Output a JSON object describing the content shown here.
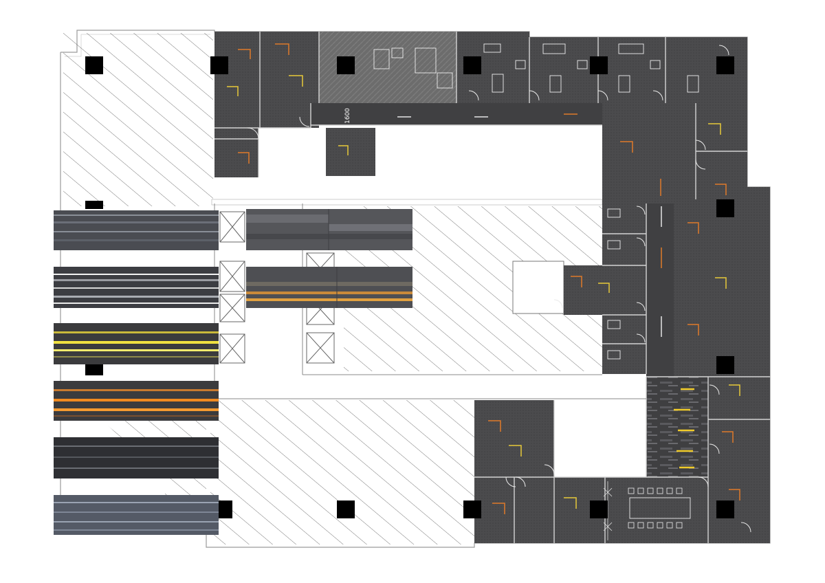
{
  "plan": {
    "dimension_label": "1600"
  },
  "colors": {
    "background": "#ffffff",
    "carpet": "#4b4b4d",
    "carpet_dark": "#3d3d3f",
    "wall": "#d9d9d9",
    "column": "#000000",
    "hatch": "#555555",
    "accent_orange": "#e07a2a",
    "accent_yellow": "#e8c93a",
    "accent_white": "#e6e6e6"
  },
  "swatches": [
    {
      "name": "grey-stripe",
      "base": "#4a4c52",
      "stripe": "#8a8f98"
    },
    {
      "name": "white-stripe",
      "base": "#3c3d42",
      "stripe": "#f2f2f2"
    },
    {
      "name": "yellow-stripe",
      "base": "#3b3b3d",
      "stripe": "#f0e040"
    },
    {
      "name": "orange-stripe",
      "base": "#3b3b3d",
      "stripe": "#f08a20"
    },
    {
      "name": "dark-stripe",
      "base": "#2e2f33",
      "stripe": "#6b6e74"
    },
    {
      "name": "blue-grey-stripe",
      "base": "#545a66",
      "stripe": "#9aa3b2"
    }
  ]
}
